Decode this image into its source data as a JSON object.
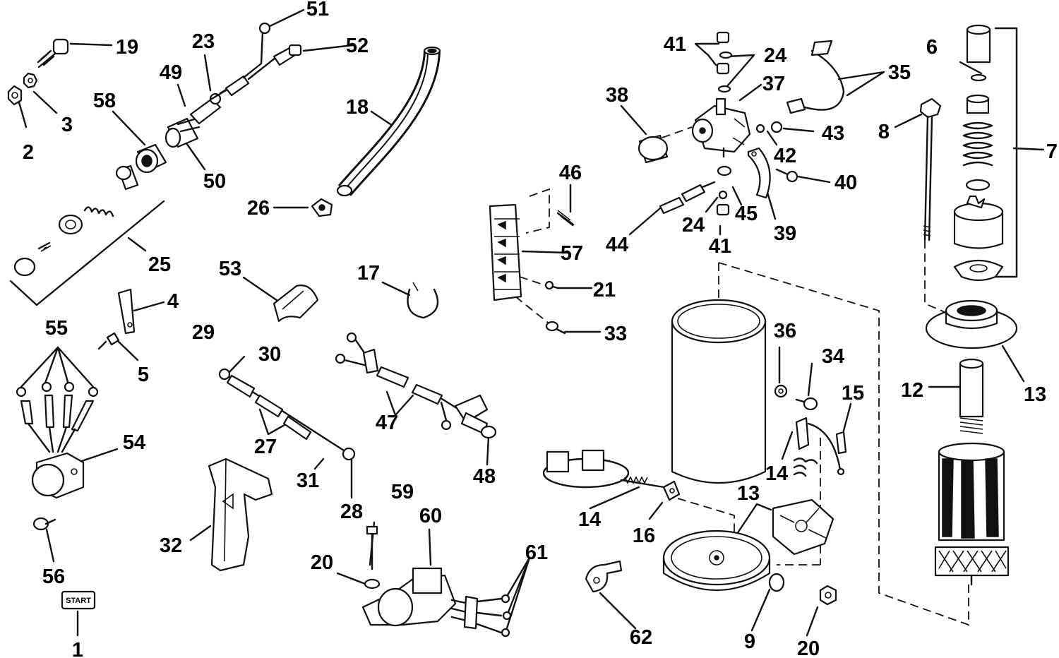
{
  "labels": [
    {
      "id": "1",
      "text": "1"
    },
    {
      "id": "2",
      "text": "2"
    },
    {
      "id": "3",
      "text": "3"
    },
    {
      "id": "4",
      "text": "4"
    },
    {
      "id": "5",
      "text": "5"
    },
    {
      "id": "6",
      "text": "6"
    },
    {
      "id": "7",
      "text": "7"
    },
    {
      "id": "8",
      "text": "8"
    },
    {
      "id": "9",
      "text": "9"
    },
    {
      "id": "12",
      "text": "12"
    },
    {
      "id": "13a",
      "text": "13"
    },
    {
      "id": "13b",
      "text": "13"
    },
    {
      "id": "14a",
      "text": "14"
    },
    {
      "id": "14b",
      "text": "14"
    },
    {
      "id": "15",
      "text": "15"
    },
    {
      "id": "16",
      "text": "16"
    },
    {
      "id": "17",
      "text": "17"
    },
    {
      "id": "18",
      "text": "18"
    },
    {
      "id": "19",
      "text": "19"
    },
    {
      "id": "20a",
      "text": "20"
    },
    {
      "id": "20b",
      "text": "20"
    },
    {
      "id": "21",
      "text": "21"
    },
    {
      "id": "23",
      "text": "23"
    },
    {
      "id": "24a",
      "text": "24"
    },
    {
      "id": "24b",
      "text": "24"
    },
    {
      "id": "25",
      "text": "25"
    },
    {
      "id": "26",
      "text": "26"
    },
    {
      "id": "27",
      "text": "27"
    },
    {
      "id": "28",
      "text": "28"
    },
    {
      "id": "29",
      "text": "29"
    },
    {
      "id": "30",
      "text": "30"
    },
    {
      "id": "31",
      "text": "31"
    },
    {
      "id": "32",
      "text": "32"
    },
    {
      "id": "33",
      "text": "33"
    },
    {
      "id": "34",
      "text": "34"
    },
    {
      "id": "35",
      "text": "35"
    },
    {
      "id": "36",
      "text": "36"
    },
    {
      "id": "37",
      "text": "37"
    },
    {
      "id": "38",
      "text": "38"
    },
    {
      "id": "39",
      "text": "39"
    },
    {
      "id": "40",
      "text": "40"
    },
    {
      "id": "41a",
      "text": "41"
    },
    {
      "id": "41b",
      "text": "41"
    },
    {
      "id": "42",
      "text": "42"
    },
    {
      "id": "43",
      "text": "43"
    },
    {
      "id": "44",
      "text": "44"
    },
    {
      "id": "45",
      "text": "45"
    },
    {
      "id": "46",
      "text": "46"
    },
    {
      "id": "47",
      "text": "47"
    },
    {
      "id": "48",
      "text": "48"
    },
    {
      "id": "49",
      "text": "49"
    },
    {
      "id": "50",
      "text": "50"
    },
    {
      "id": "51",
      "text": "51"
    },
    {
      "id": "52",
      "text": "52"
    },
    {
      "id": "53",
      "text": "53"
    },
    {
      "id": "54",
      "text": "54"
    },
    {
      "id": "55",
      "text": "55"
    },
    {
      "id": "56",
      "text": "56"
    },
    {
      "id": "57",
      "text": "57"
    },
    {
      "id": "58",
      "text": "58"
    },
    {
      "id": "59",
      "text": "59"
    },
    {
      "id": "60",
      "text": "60"
    },
    {
      "id": "61",
      "text": "61"
    },
    {
      "id": "62",
      "text": "62"
    }
  ],
  "start_button": {
    "text": "START"
  }
}
